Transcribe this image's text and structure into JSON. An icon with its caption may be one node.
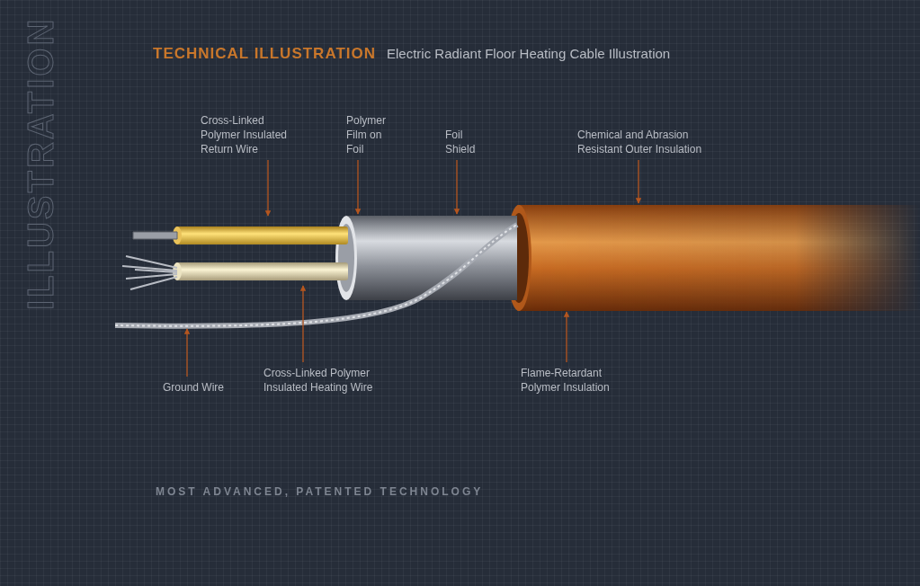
{
  "diagram": {
    "title": "TECHNICAL ILLUSTRATION",
    "nodes": [
      {
        "text": [
          "Cross-Linked Polymer Insulated Return Wire"
        ]
      },
      {
        "text": [
          "Polymer Film on Foil"
        ]
      },
      {
        "text": [
          "Foil Shield"
        ]
      },
      {
        "text": [
          "Chemical and Abrasion Resistant Outer Insulation"
        ]
      },
      {
        "text": [
          "Ground Wire"
        ]
      },
      {
        "text": [
          "Cross-Linked Polymer Insulated Heating Wire"
        ]
      },
      {
        "text": [
          "Flame-Retardant Polymer Insulation"
        ]
      }
    ],
    "edges": [
      {
        "from": 0,
        "to": null,
        "arrow": "to"
      },
      {
        "from": 1,
        "to": null,
        "arrow": "to"
      },
      {
        "from": 2,
        "to": null,
        "arrow": "to"
      },
      {
        "from": 3,
        "to": null,
        "arrow": "to"
      },
      {
        "from": 4,
        "to": null,
        "arrow": "to"
      },
      {
        "from": 5,
        "to": null,
        "arrow": "to"
      },
      {
        "from": 6,
        "to": null,
        "arrow": "to"
      }
    ],
    "labels": [
      "ILLUSTRATION",
      "Electric Radiant Floor Heating Cable Illustration",
      "MOST ADVANCED, PATENTED TECHNOLOGY"
    ]
  }
}
